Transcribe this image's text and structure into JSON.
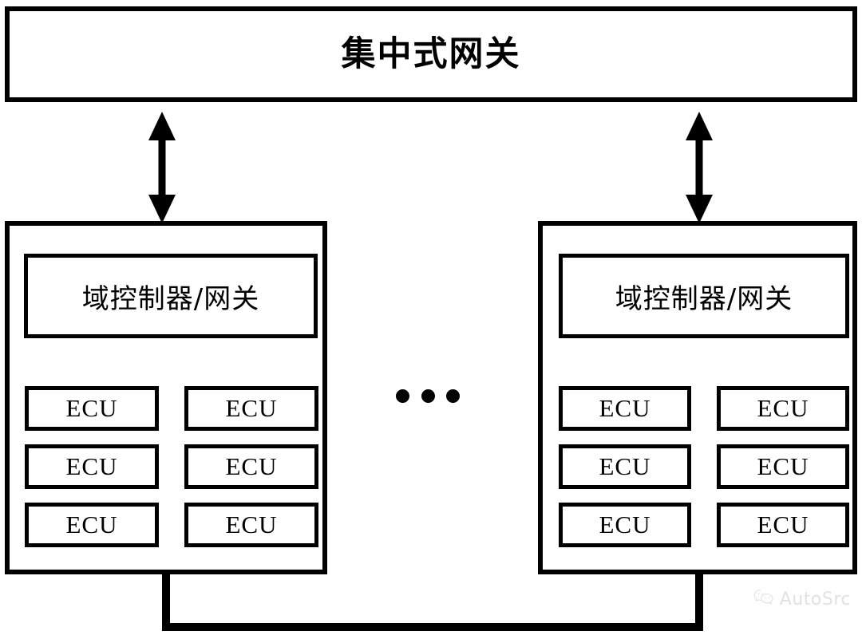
{
  "diagram": {
    "title": "集中式网关",
    "central_gateway": {
      "label": "集中式网关"
    },
    "domains": [
      {
        "id": "domain-left",
        "controller_label": "域控制器/网关",
        "ecus": [
          {
            "label": "ECU"
          },
          {
            "label": "ECU"
          },
          {
            "label": "ECU"
          },
          {
            "label": "ECU"
          },
          {
            "label": "ECU"
          },
          {
            "label": "ECU"
          }
        ]
      },
      {
        "id": "domain-right",
        "controller_label": "域控制器/网关",
        "ecus": [
          {
            "label": "ECU"
          },
          {
            "label": "ECU"
          },
          {
            "label": "ECU"
          },
          {
            "label": "ECU"
          },
          {
            "label": "ECU"
          },
          {
            "label": "ECU"
          }
        ]
      }
    ],
    "ellipsis": {
      "dot_count": 3,
      "meaning": "more-domains"
    },
    "connectors": [
      {
        "name": "left-gateway-link",
        "from": "central-gateway",
        "to": "domain-left",
        "style": "double-headed-arrow",
        "orientation": "vertical"
      },
      {
        "name": "right-gateway-link",
        "from": "central-gateway",
        "to": "domain-right",
        "style": "double-headed-arrow",
        "orientation": "vertical"
      },
      {
        "name": "domain-bus",
        "from": "domain-left",
        "to": "domain-right",
        "style": "plain-line",
        "orientation": "u-shaped-bottom-bus"
      }
    ],
    "colors": {
      "stroke": "#000000",
      "background": "#ffffff",
      "watermark": "#c9c9c9"
    }
  },
  "watermark": {
    "icon": "wechat-icon",
    "text": "AutoSrc"
  }
}
